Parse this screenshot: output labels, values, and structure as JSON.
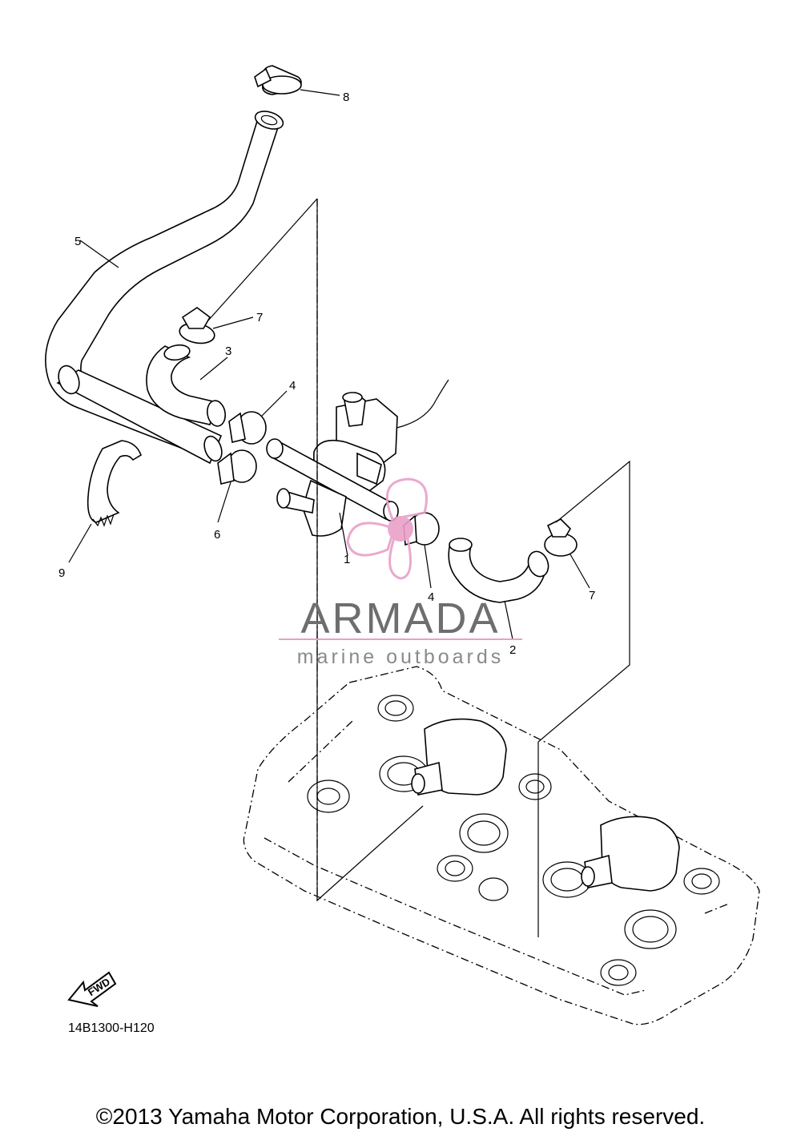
{
  "callouts": [
    {
      "id": "1",
      "label": "1"
    },
    {
      "id": "2",
      "label": "2"
    },
    {
      "id": "3",
      "label": "3"
    },
    {
      "id": "4a",
      "label": "4"
    },
    {
      "id": "4b",
      "label": "4"
    },
    {
      "id": "5",
      "label": "5"
    },
    {
      "id": "6",
      "label": "6"
    },
    {
      "id": "7a",
      "label": "7"
    },
    {
      "id": "7b",
      "label": "7"
    },
    {
      "id": "8",
      "label": "8"
    },
    {
      "id": "9",
      "label": "9"
    }
  ],
  "watermark": {
    "brand": "ARMADA",
    "tagline": "marine outboards",
    "accent_color": "#e8a0c8"
  },
  "fwd_label": "FWD",
  "diagram_code": "14B1300-H120",
  "copyright": "©2013 Yamaha Motor Corporation, U.S.A. All rights reserved."
}
